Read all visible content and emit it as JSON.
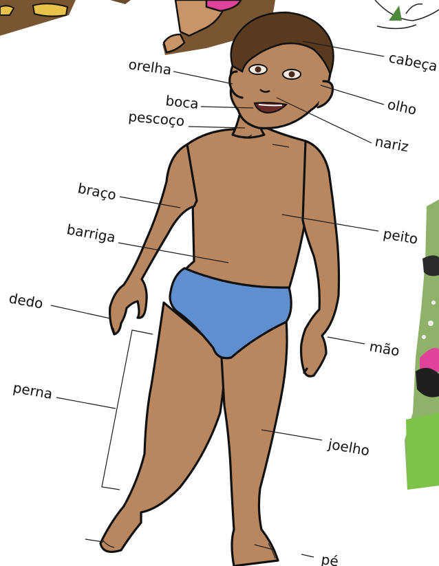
{
  "labels": {
    "cabeca": "cabeça",
    "orelha": "orelha",
    "olho": "olho",
    "boca": "boca",
    "nariz": "nariz",
    "pescoco": "pescoço",
    "braco": "braço",
    "peito": "peito",
    "barriga": "barriga",
    "dedo": "dedo",
    "mao": "mão",
    "perna": "perna",
    "joelho": "joelho",
    "pe": "pé"
  },
  "colors": {
    "skin": "#b8875f",
    "skin_shadow": "#9c6e4a",
    "hair": "#5a3a1e",
    "underwear": "#5f8fcf",
    "background_scene_green": "#8fb26a"
  }
}
